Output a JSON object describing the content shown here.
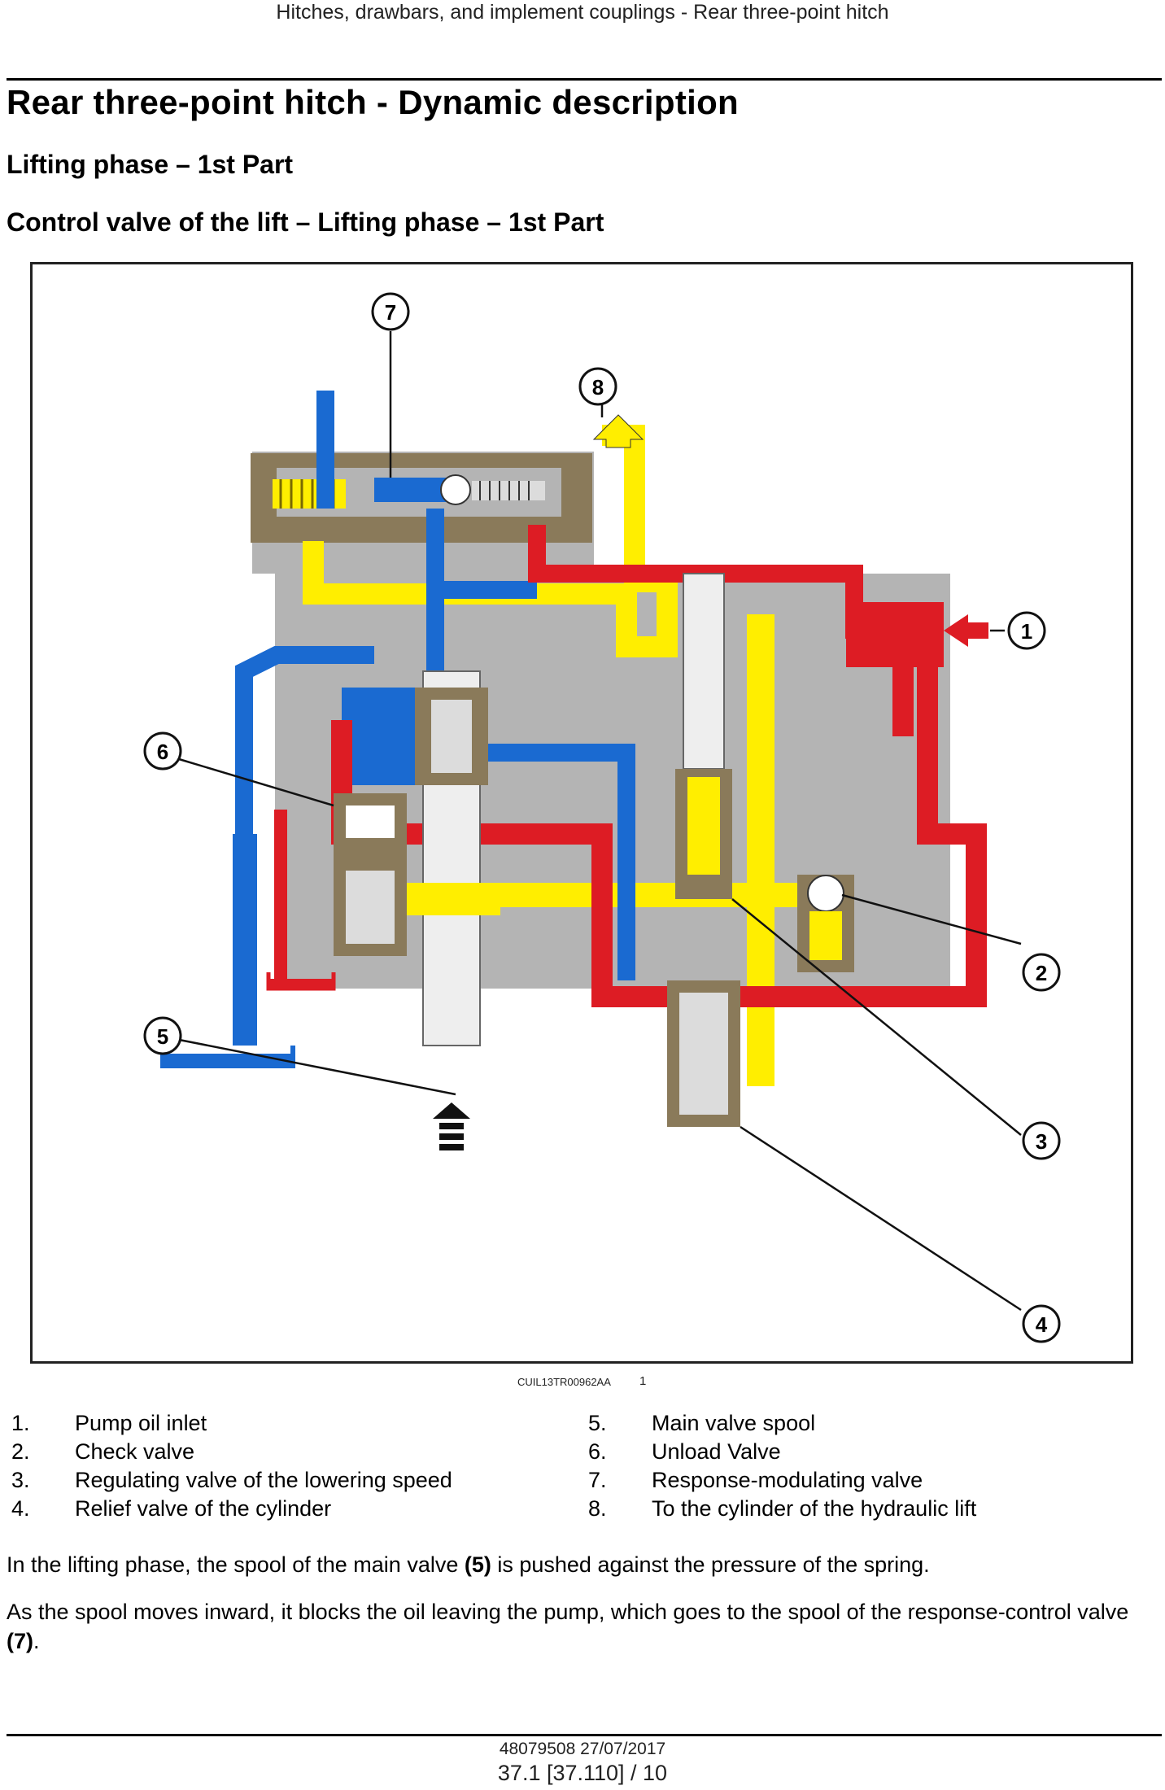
{
  "running_head": "Hitches, drawbars, and implement couplings - Rear three-point hitch",
  "title": "Rear three-point hitch - Dynamic description",
  "subtitle": "Lifting phase – 1st Part",
  "figure_heading": "Control valve of the lift – Lifting phase – 1st Part",
  "figure": {
    "code": "CUIL13TR00962AA",
    "number": "1",
    "callouts": [
      "1",
      "2",
      "3",
      "4",
      "5",
      "6",
      "7",
      "8"
    ],
    "colors": {
      "pressure": "#dd1c24",
      "return": "#1a6ad1",
      "lift": "#ffee00",
      "body": "#b4b4b4",
      "casting": "#8a7a5a"
    }
  },
  "legend_left": [
    {
      "num": "1.",
      "text": "Pump oil inlet"
    },
    {
      "num": "2.",
      "text": "Check valve"
    },
    {
      "num": "3.",
      "text": "Regulating valve of the lowering speed"
    },
    {
      "num": "4.",
      "text": "Relief valve of the cylinder"
    }
  ],
  "legend_right": [
    {
      "num": "5.",
      "text": "Main valve spool"
    },
    {
      "num": "6.",
      "text": "Unload Valve"
    },
    {
      "num": "7.",
      "text": "Response-modulating valve"
    },
    {
      "num": "8.",
      "text": "To the cylinder of the hydraulic lift"
    }
  ],
  "para1": {
    "before": "In the lifting phase, the spool of the main valve ",
    "ref": "(5)",
    "after": " is pushed against the pressure of the spring."
  },
  "para2": {
    "before": "As the spool moves inward, it blocks the oil leaving the pump, which goes to the spool of the response-control valve ",
    "ref": "(7)",
    "after": "."
  },
  "footer": {
    "doc": "48079508 27/07/2017",
    "page": "37.1 [37.110] / 10"
  }
}
